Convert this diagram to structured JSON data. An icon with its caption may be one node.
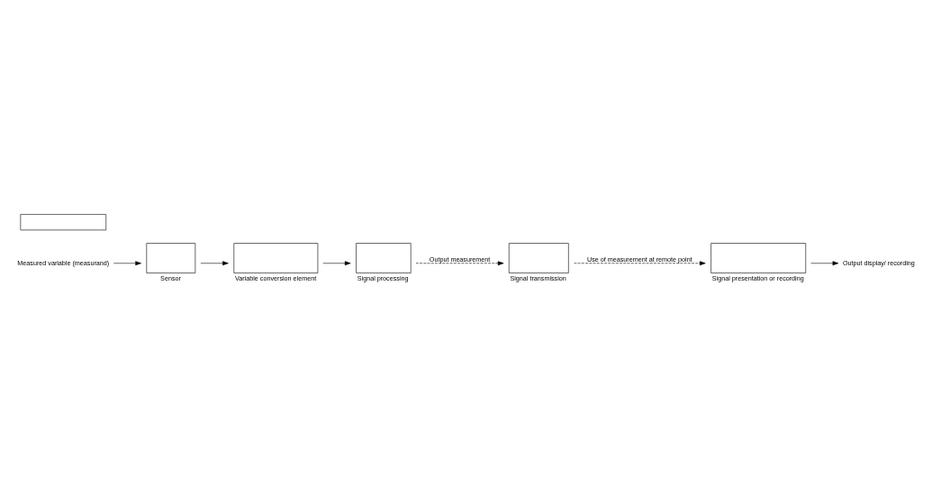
{
  "diagram": {
    "nodes": [
      {
        "text": [
          "Measured variable (measurand)"
        ]
      },
      {
        "text": [
          "Sensor"
        ]
      },
      {
        "text": [
          "Variable conversion element"
        ]
      },
      {
        "text": [
          "Signal processing"
        ]
      },
      {
        "text": [
          "Signal transmission"
        ]
      },
      {
        "text": [
          "Signal presentation or recording"
        ]
      },
      {
        "text": [
          "Output display/ recording"
        ]
      },
      {
        "text": [],
        "shape": "box"
      }
    ],
    "edges": [
      {
        "from": 0,
        "to": 1,
        "arrow": "to"
      },
      {
        "from": 1,
        "to": 2,
        "arrow": "to"
      },
      {
        "from": 2,
        "to": 3,
        "arrow": "to"
      },
      {
        "from": 3,
        "to": 4,
        "arrow": "to",
        "style": "dashed",
        "label": "Output measurement"
      },
      {
        "from": 4,
        "to": 5,
        "arrow": "to",
        "style": "dashed",
        "label": "Use of measurement at remote point"
      },
      {
        "from": 5,
        "to": 6,
        "arrow": "to"
      }
    ]
  }
}
